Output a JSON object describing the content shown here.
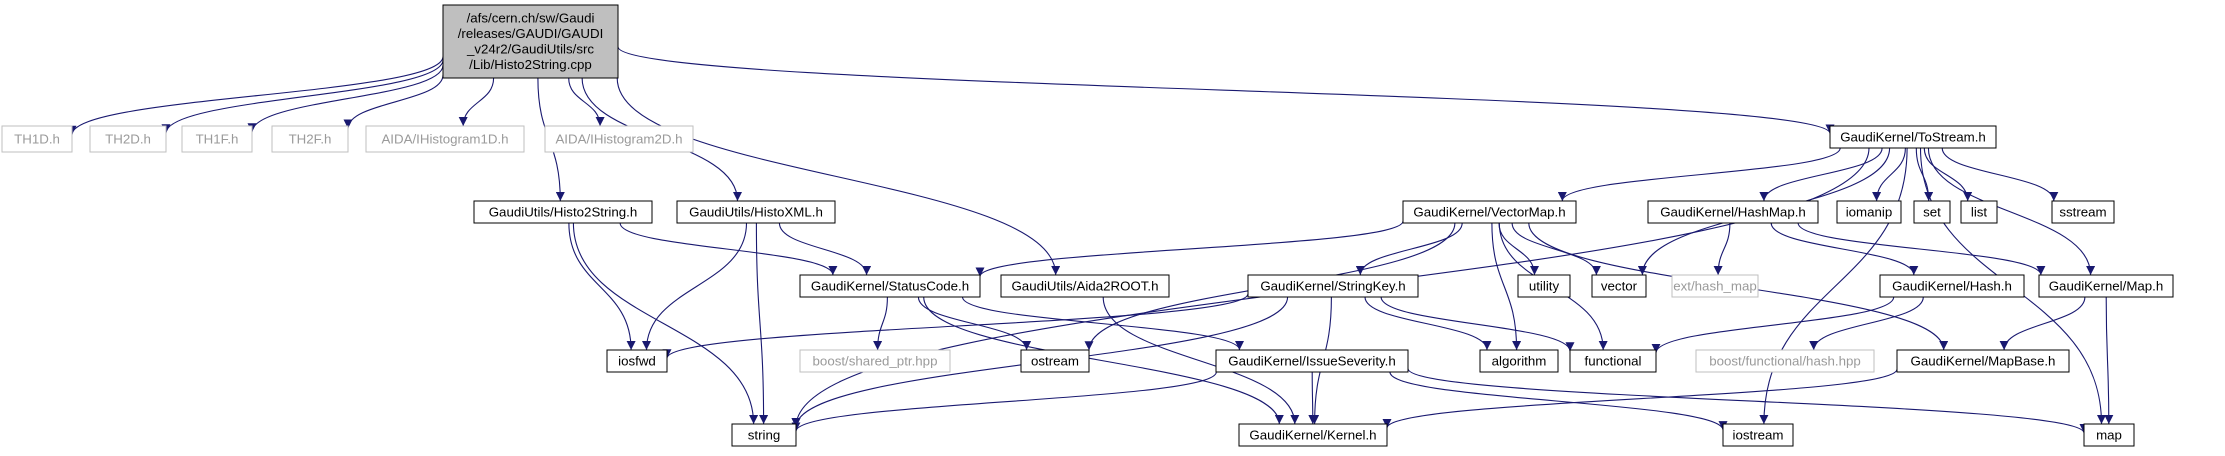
{
  "diagram": {
    "title": "",
    "root": "root",
    "nodes": [
      {
        "id": "root",
        "lines": [
          "/afs/cern.ch/sw/Gaudi",
          "/releases/GAUDI/GAUDI",
          "_v24r2/GaudiUtils/src",
          "/Lib/Histo2String.cpp"
        ],
        "style": "root"
      },
      {
        "id": "th1d",
        "lines": [
          "TH1D.h"
        ],
        "style": "external"
      },
      {
        "id": "th2d",
        "lines": [
          "TH2D.h"
        ],
        "style": "external"
      },
      {
        "id": "th1f",
        "lines": [
          "TH1F.h"
        ],
        "style": "external"
      },
      {
        "id": "th2f",
        "lines": [
          "TH2F.h"
        ],
        "style": "external"
      },
      {
        "id": "aida1d",
        "lines": [
          "AIDA/IHistogram1D.h"
        ],
        "style": "external"
      },
      {
        "id": "aida2d",
        "lines": [
          "AIDA/IHistogram2D.h"
        ],
        "style": "external"
      },
      {
        "id": "tostream",
        "lines": [
          "GaudiKernel/ToStream.h"
        ],
        "style": "normal"
      },
      {
        "id": "histo2string",
        "lines": [
          "GaudiUtils/Histo2String.h"
        ],
        "style": "normal"
      },
      {
        "id": "histoxml",
        "lines": [
          "GaudiUtils/HistoXML.h"
        ],
        "style": "normal"
      },
      {
        "id": "vectormap",
        "lines": [
          "GaudiKernel/VectorMap.h"
        ],
        "style": "normal"
      },
      {
        "id": "hashmap",
        "lines": [
          "GaudiKernel/HashMap.h"
        ],
        "style": "normal"
      },
      {
        "id": "iomanip",
        "lines": [
          "iomanip"
        ],
        "style": "normal"
      },
      {
        "id": "set",
        "lines": [
          "set"
        ],
        "style": "normal"
      },
      {
        "id": "list",
        "lines": [
          "list"
        ],
        "style": "normal"
      },
      {
        "id": "sstream",
        "lines": [
          "sstream"
        ],
        "style": "normal"
      },
      {
        "id": "statuscode",
        "lines": [
          "GaudiKernel/StatusCode.h"
        ],
        "style": "normal"
      },
      {
        "id": "aida2root",
        "lines": [
          "GaudiUtils/Aida2ROOT.h"
        ],
        "style": "normal"
      },
      {
        "id": "stringkey",
        "lines": [
          "GaudiKernel/StringKey.h"
        ],
        "style": "normal"
      },
      {
        "id": "utility",
        "lines": [
          "utility"
        ],
        "style": "normal"
      },
      {
        "id": "vector",
        "lines": [
          "vector"
        ],
        "style": "normal"
      },
      {
        "id": "exthashmap",
        "lines": [
          "ext/hash_map"
        ],
        "style": "external"
      },
      {
        "id": "hash",
        "lines": [
          "GaudiKernel/Hash.h"
        ],
        "style": "normal"
      },
      {
        "id": "mapbase",
        "lines": [
          "GaudiKernel/Map.h"
        ],
        "style": "normal"
      },
      {
        "id": "iosfwd",
        "lines": [
          "iosfwd"
        ],
        "style": "normal"
      },
      {
        "id": "sharedptr",
        "lines": [
          "boost/shared_ptr.hpp"
        ],
        "style": "external"
      },
      {
        "id": "ostream",
        "lines": [
          "ostream"
        ],
        "style": "normal"
      },
      {
        "id": "issueseverity",
        "lines": [
          "GaudiKernel/IssueSeverity.h"
        ],
        "style": "normal"
      },
      {
        "id": "algorithm",
        "lines": [
          "algorithm"
        ],
        "style": "normal"
      },
      {
        "id": "functional",
        "lines": [
          "functional"
        ],
        "style": "normal"
      },
      {
        "id": "boosthash",
        "lines": [
          "boost/functional/hash.hpp"
        ],
        "style": "external"
      },
      {
        "id": "mapbaseh",
        "lines": [
          "GaudiKernel/MapBase.h"
        ],
        "style": "normal"
      },
      {
        "id": "string",
        "lines": [
          "string"
        ],
        "style": "normal"
      },
      {
        "id": "kernel",
        "lines": [
          "GaudiKernel/Kernel.h"
        ],
        "style": "normal"
      },
      {
        "id": "iostream",
        "lines": [
          "iostream"
        ],
        "style": "normal"
      },
      {
        "id": "map",
        "lines": [
          "map"
        ],
        "style": "normal"
      }
    ],
    "edges": [
      [
        "root",
        "th1d"
      ],
      [
        "root",
        "th2d"
      ],
      [
        "root",
        "th1f"
      ],
      [
        "root",
        "th2f"
      ],
      [
        "root",
        "aida1d"
      ],
      [
        "root",
        "aida2d"
      ],
      [
        "root",
        "tostream"
      ],
      [
        "root",
        "histo2string"
      ],
      [
        "root",
        "histoxml"
      ],
      [
        "root",
        "aida2root"
      ],
      [
        "tostream",
        "string"
      ],
      [
        "tostream",
        "vectormap"
      ],
      [
        "tostream",
        "vector"
      ],
      [
        "tostream",
        "hashmap"
      ],
      [
        "tostream",
        "iomanip"
      ],
      [
        "tostream",
        "set"
      ],
      [
        "tostream",
        "list"
      ],
      [
        "tostream",
        "sstream"
      ],
      [
        "tostream",
        "mapbase"
      ],
      [
        "tostream",
        "iostream"
      ],
      [
        "tostream",
        "map"
      ],
      [
        "histo2string",
        "statuscode"
      ],
      [
        "histo2string",
        "iosfwd"
      ],
      [
        "histo2string",
        "string"
      ],
      [
        "histoxml",
        "statuscode"
      ],
      [
        "histoxml",
        "iosfwd"
      ],
      [
        "histoxml",
        "string"
      ],
      [
        "vectormap",
        "statuscode"
      ],
      [
        "vectormap",
        "ostream"
      ],
      [
        "vectormap",
        "stringkey"
      ],
      [
        "vectormap",
        "algorithm"
      ],
      [
        "vectormap",
        "functional"
      ],
      [
        "vectormap",
        "utility"
      ],
      [
        "vectormap",
        "vector"
      ],
      [
        "vectormap",
        "mapbaseh"
      ],
      [
        "hashmap",
        "exthashmap"
      ],
      [
        "hashmap",
        "hash"
      ],
      [
        "hashmap",
        "mapbase"
      ],
      [
        "statuscode",
        "sharedptr"
      ],
      [
        "statuscode",
        "ostream"
      ],
      [
        "statuscode",
        "issueseverity"
      ],
      [
        "statuscode",
        "kernel"
      ],
      [
        "aida2root",
        "kernel"
      ],
      [
        "stringkey",
        "iosfwd"
      ],
      [
        "stringkey",
        "string"
      ],
      [
        "stringkey",
        "algorithm"
      ],
      [
        "stringkey",
        "functional"
      ],
      [
        "stringkey",
        "kernel"
      ],
      [
        "hash",
        "functional"
      ],
      [
        "hash",
        "boosthash"
      ],
      [
        "mapbase",
        "mapbaseh"
      ],
      [
        "mapbase",
        "map"
      ],
      [
        "issueseverity",
        "string"
      ],
      [
        "issueseverity",
        "kernel"
      ],
      [
        "issueseverity",
        "iostream"
      ],
      [
        "issueseverity",
        "map"
      ],
      [
        "mapbaseh",
        "kernel"
      ]
    ]
  },
  "colors": {
    "edge": "#191970",
    "box_border": "#000000",
    "external_border": "#bfbfbf",
    "external_text": "#9a9a9a",
    "root_fill": "#bfbfbf",
    "box_fill": "#ffffff",
    "text": "#000000"
  }
}
